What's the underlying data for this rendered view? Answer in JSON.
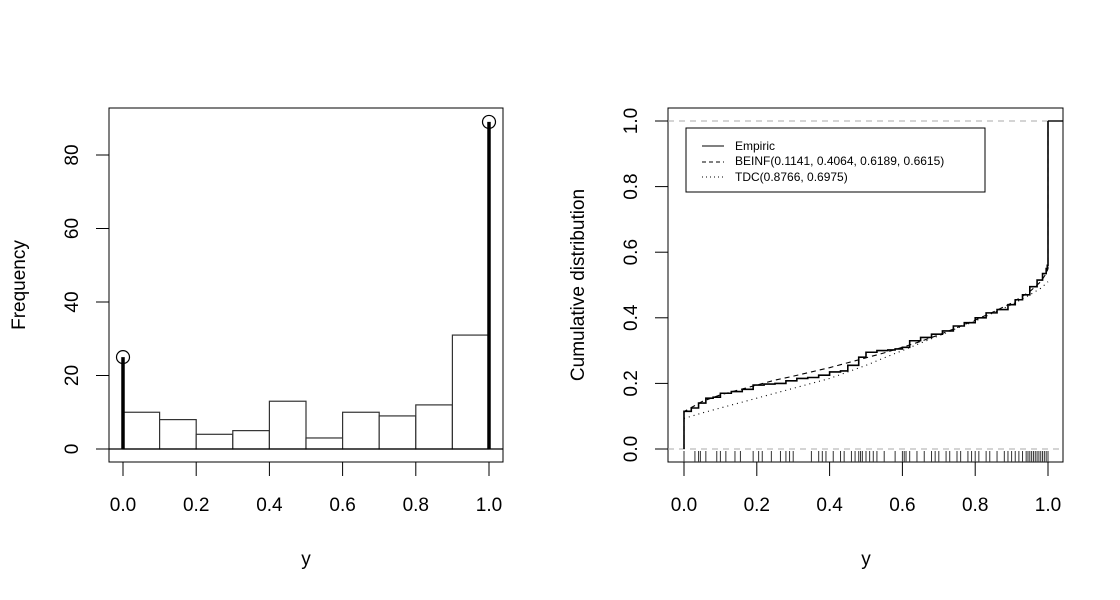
{
  "chart_data": [
    {
      "type": "bar",
      "panel": "left",
      "title": "",
      "xlabel": "y",
      "ylabel": "Frequency",
      "xlim": [
        0,
        1
      ],
      "ylim": [
        0,
        90
      ],
      "xticks": [
        "0.0",
        "0.2",
        "0.4",
        "0.6",
        "0.8",
        "1.0"
      ],
      "yticks": [
        "0",
        "20",
        "40",
        "60",
        "80"
      ],
      "grid": false,
      "bins": [
        0.0,
        0.1,
        0.2,
        0.3,
        0.4,
        0.5,
        0.6,
        0.7,
        0.8,
        0.9,
        1.0
      ],
      "categories": [
        "0.0-0.1",
        "0.1-0.2",
        "0.2-0.3",
        "0.3-0.4",
        "0.4-0.5",
        "0.5-0.6",
        "0.6-0.7",
        "0.7-0.8",
        "0.8-0.9",
        "0.9-1.0"
      ],
      "values": [
        10,
        8,
        4,
        5,
        13,
        3,
        10,
        9,
        12,
        31
      ],
      "point_masses": [
        {
          "x": 0,
          "count": 25
        },
        {
          "x": 1,
          "count": 89
        }
      ]
    },
    {
      "type": "line",
      "panel": "right",
      "title": "",
      "xlabel": "y",
      "ylabel": "Cumulative distribution",
      "xlim": [
        0,
        1
      ],
      "ylim": [
        0,
        1
      ],
      "xticks": [
        "0.0",
        "0.2",
        "0.4",
        "0.6",
        "0.8",
        "1.0"
      ],
      "yticks": [
        "0.0",
        "0.2",
        "0.4",
        "0.6",
        "0.8",
        "1.0"
      ],
      "grid": false,
      "hlines": [
        0,
        1
      ],
      "legend_position": "topleft",
      "legend": [
        {
          "label": "Empiric",
          "style": "solid"
        },
        {
          "label": "BEINF(0.1141, 0.4064, 0.6189, 0.6615)",
          "style": "dashed"
        },
        {
          "label": "TDC(0.8766, 0.6975)",
          "style": "dotted"
        }
      ],
      "series": [
        {
          "name": "Empiric",
          "style": "solid",
          "x": [
            0,
            0.0,
            0.02,
            0.04,
            0.06,
            0.08,
            0.1,
            0.13,
            0.16,
            0.19,
            0.22,
            0.25,
            0.28,
            0.31,
            0.34,
            0.37,
            0.4,
            0.43,
            0.45,
            0.48,
            0.5,
            0.53,
            0.56,
            0.58,
            0.6,
            0.62,
            0.65,
            0.68,
            0.71,
            0.74,
            0.77,
            0.8,
            0.83,
            0.86,
            0.89,
            0.91,
            0.93,
            0.95,
            0.97,
            0.985,
            0.995,
            0.998,
            1.0,
            1.0
          ],
          "y": [
            0,
            0.115,
            0.125,
            0.14,
            0.155,
            0.158,
            0.17,
            0.175,
            0.182,
            0.195,
            0.198,
            0.2,
            0.208,
            0.215,
            0.218,
            0.225,
            0.235,
            0.238,
            0.255,
            0.28,
            0.295,
            0.3,
            0.302,
            0.305,
            0.31,
            0.33,
            0.34,
            0.35,
            0.36,
            0.375,
            0.385,
            0.4,
            0.415,
            0.425,
            0.44,
            0.455,
            0.47,
            0.495,
            0.515,
            0.535,
            0.55,
            0.56,
            0.6,
            1.0
          ]
        },
        {
          "name": "BEINF(0.1141, 0.4064, 0.6189, 0.6615)",
          "style": "dashed",
          "x": [
            0,
            0.0,
            0.05,
            0.1,
            0.15,
            0.2,
            0.25,
            0.3,
            0.35,
            0.4,
            0.45,
            0.5,
            0.55,
            0.6,
            0.65,
            0.7,
            0.75,
            0.8,
            0.85,
            0.9,
            0.95,
            0.98,
            0.995,
            1.0,
            1.0
          ],
          "y": [
            0,
            0.114,
            0.145,
            0.165,
            0.18,
            0.195,
            0.21,
            0.222,
            0.235,
            0.248,
            0.263,
            0.278,
            0.293,
            0.31,
            0.328,
            0.348,
            0.37,
            0.393,
            0.418,
            0.445,
            0.48,
            0.51,
            0.535,
            0.55,
            1.0
          ]
        },
        {
          "name": "TDC(0.8766, 0.6975)",
          "style": "dotted",
          "x": [
            0,
            0.05,
            0.1,
            0.15,
            0.2,
            0.25,
            0.3,
            0.35,
            0.4,
            0.45,
            0.5,
            0.55,
            0.6,
            0.65,
            0.7,
            0.75,
            0.8,
            0.85,
            0.9,
            0.95,
            0.98,
            1.0
          ],
          "y": [
            0.093,
            0.11,
            0.125,
            0.14,
            0.155,
            0.17,
            0.185,
            0.2,
            0.215,
            0.235,
            0.255,
            0.278,
            0.3,
            0.323,
            0.345,
            0.368,
            0.39,
            0.415,
            0.44,
            0.47,
            0.49,
            0.51
          ]
        }
      ],
      "rug": [
        0.0,
        0.0,
        0.03,
        0.04,
        0.045,
        0.06,
        0.09,
        0.1,
        0.115,
        0.14,
        0.155,
        0.19,
        0.205,
        0.215,
        0.24,
        0.265,
        0.28,
        0.29,
        0.3,
        0.35,
        0.37,
        0.38,
        0.39,
        0.41,
        0.43,
        0.44,
        0.46,
        0.47,
        0.48,
        0.485,
        0.49,
        0.5,
        0.51,
        0.52,
        0.53,
        0.55,
        0.58,
        0.6,
        0.605,
        0.61,
        0.62,
        0.64,
        0.66,
        0.68,
        0.69,
        0.7,
        0.72,
        0.73,
        0.75,
        0.76,
        0.78,
        0.79,
        0.8,
        0.81,
        0.83,
        0.84,
        0.86,
        0.88,
        0.89,
        0.9,
        0.91,
        0.92,
        0.93,
        0.94,
        0.945,
        0.95,
        0.955,
        0.96,
        0.965,
        0.97,
        0.975,
        0.98,
        0.985,
        0.99,
        0.995,
        1.0
      ]
    }
  ]
}
